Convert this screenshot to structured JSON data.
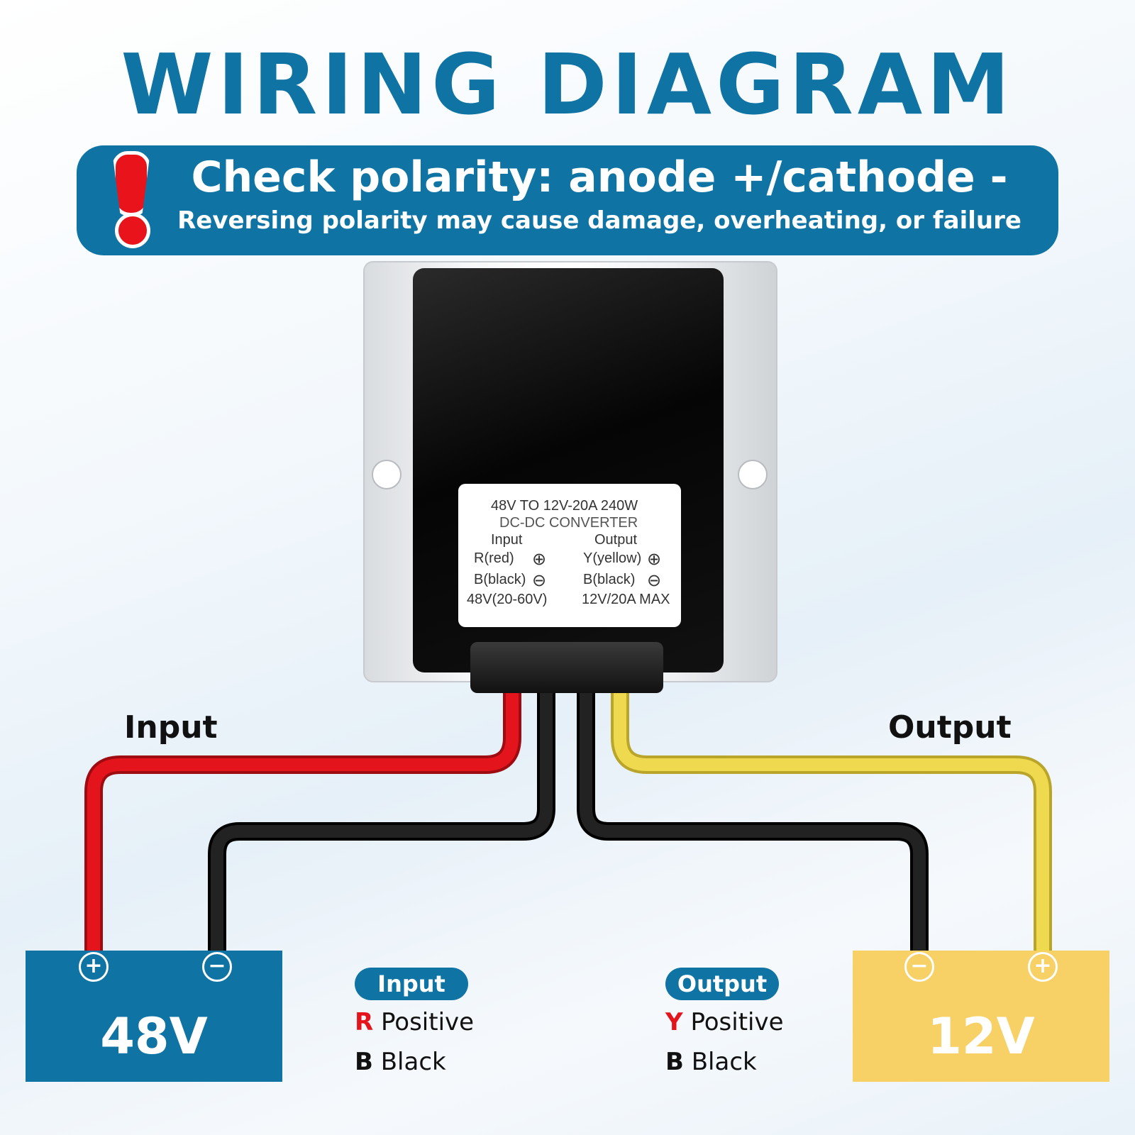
{
  "title": "WIRING DIAGRAM",
  "warning": {
    "main": "Check polarity: anode +/cathode -",
    "sub": "Reversing polarity may cause damage, overheating, or failure"
  },
  "device_label": {
    "line1": "48V TO 12V-20A 240W",
    "line2": "DC-DC CONVERTER",
    "input_header": "Input",
    "output_header": "Output",
    "in_pos": "R(red)",
    "in_neg": "B(black)",
    "out_pos": "Y(yellow)",
    "out_neg": "B(black)",
    "in_spec": "48V(20-60V)",
    "out_spec": "12V/20A MAX",
    "plus_symbol": "⊕",
    "minus_symbol": "⊖"
  },
  "input_label": "Input",
  "output_label": "Output",
  "battery_in": {
    "voltage": "48V",
    "pos": "+",
    "neg": "−",
    "color": "#0f74a4"
  },
  "battery_out": {
    "voltage": "12V",
    "pos": "+",
    "neg": "−",
    "color": "#f7d166"
  },
  "legend_in": {
    "title": "Input",
    "pos_letter": "R",
    "pos_text": "Positive",
    "neg_letter": "B",
    "neg_text": "Black"
  },
  "legend_out": {
    "title": "Output",
    "pos_letter": "Y",
    "pos_text": "Positive",
    "neg_letter": "B",
    "neg_text": "Black"
  },
  "colors": {
    "accent": "#0f74a4",
    "red_wire": "#e3141c",
    "black_wire": "#1b1b1b",
    "yellow_wire": "#e9d34a"
  }
}
